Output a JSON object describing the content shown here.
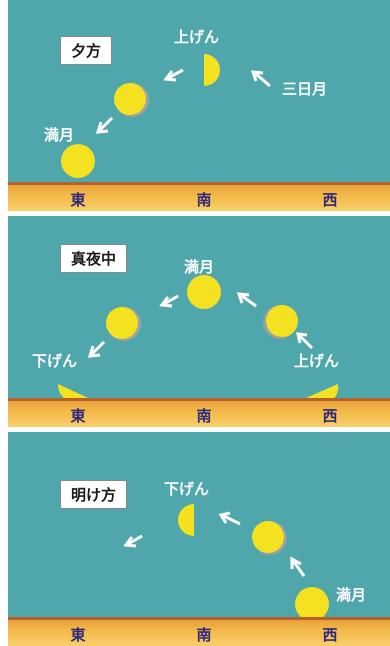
{
  "colors": {
    "sky": "#4fa7ac",
    "moon": "#f4e11f",
    "moon_dark": "#9aa1a2",
    "ground": "#f3b84a",
    "direction_text": "#2f2a7a"
  },
  "directions": {
    "east": "東",
    "south": "南",
    "west": "西"
  },
  "panels": [
    {
      "title": "夕方",
      "labels": {
        "first_quarter": "上げん",
        "crescent": "三日月",
        "full": "満月"
      }
    },
    {
      "title": "真夜中",
      "labels": {
        "full": "満月",
        "third_quarter": "下げん",
        "first_quarter": "上げん"
      }
    },
    {
      "title": "明け方",
      "labels": {
        "third_quarter": "下げん",
        "full": "満月"
      }
    }
  ],
  "icons": [
    "arrow-icon",
    "moon-icon"
  ]
}
